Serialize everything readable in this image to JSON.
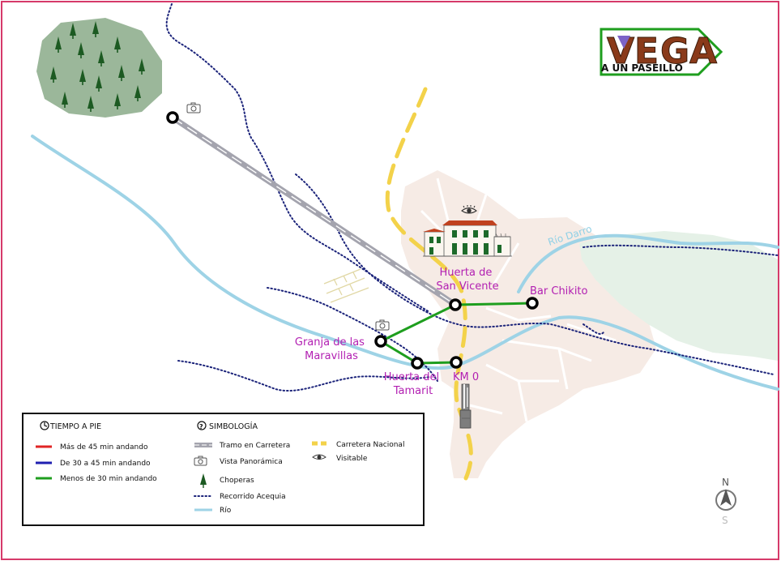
{
  "colors": {
    "frame": "#d63a6a",
    "route_short": "#1e9e1e",
    "route_medium": "#1f1fb0",
    "route_long": "#e02424",
    "river": "#9ed3e6",
    "acequia": "#1b237a",
    "national_road": "#f3d24a",
    "village": "#f6ebe5",
    "forest": "#9bb79a",
    "place_label": "#b21fb2"
  },
  "logo": {
    "letters": [
      "V",
      "E",
      "G",
      "A"
    ],
    "tagline": "A UN PASEILLO"
  },
  "river_label": "Río Darro",
  "places": [
    {
      "id": "huerta-san-vicente",
      "lines": [
        "Huerta de",
        "San Vicente"
      ]
    },
    {
      "id": "bar-chikito",
      "lines": [
        "Bar Chikito"
      ]
    },
    {
      "id": "granja-maravillas",
      "lines": [
        "Granja de las",
        "Maravillas"
      ]
    },
    {
      "id": "huerta-tamarit",
      "lines": [
        "Huerta del",
        "Tamarit"
      ]
    },
    {
      "id": "km0",
      "lines": [
        "KM 0"
      ]
    }
  ],
  "legend": {
    "time_title": "TIEMPO A PIE",
    "time_items": [
      {
        "label": "Más de 45 min andando",
        "color": "#e02424"
      },
      {
        "label": "De 30 a 45 min andando",
        "color": "#1f1fb0"
      },
      {
        "label": "Menos de 30 min andando",
        "color": "#1e9e1e"
      }
    ],
    "symbol_title": "SIMBOLOGÍA",
    "symbol_items": [
      {
        "label": "Tramo en Carretera",
        "icon": "road-segment-icon"
      },
      {
        "label": "Vista Panorámica",
        "icon": "camera-icon"
      },
      {
        "label": "Choperas",
        "icon": "poplar-tree-icon"
      },
      {
        "label": "Recorrido Acequia",
        "icon": "dotted-line-icon"
      },
      {
        "label": "Río",
        "icon": "river-line-icon"
      }
    ],
    "symbol_items_right": [
      {
        "label": "Carretera Nacional",
        "icon": "national-road-icon"
      },
      {
        "label": "Visitable",
        "icon": "eye-icon"
      }
    ]
  },
  "compass": {
    "north": "N",
    "south": "S"
  }
}
